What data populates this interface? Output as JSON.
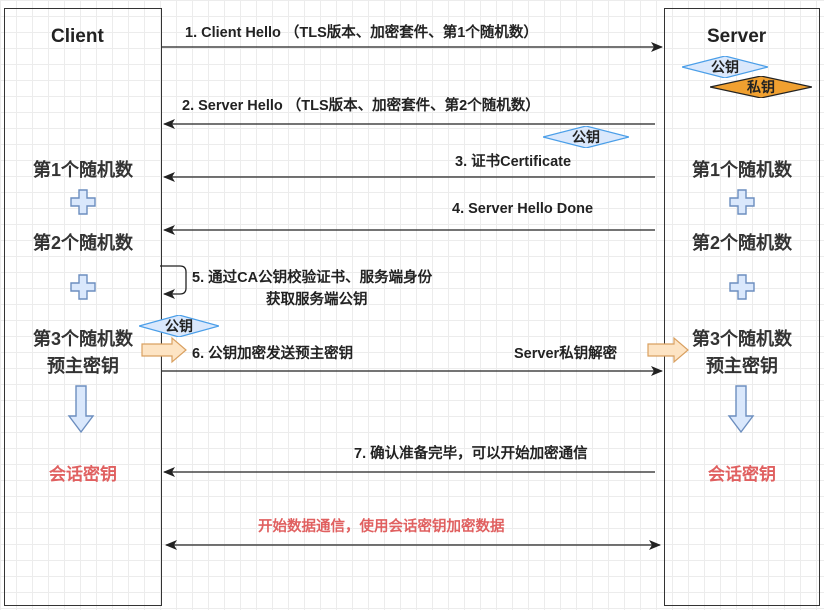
{
  "client": {
    "title": "Client",
    "random1": "第1个随机数",
    "random2": "第2个随机数",
    "random3": "第3个随机数",
    "premaster": "预主密钥",
    "session_key": "会话密钥"
  },
  "server": {
    "title": "Server",
    "public_key": "公钥",
    "private_key": "私钥",
    "random1": "第1个随机数",
    "random2": "第2个随机数",
    "random3": "第3个随机数",
    "premaster": "预主密钥",
    "session_key": "会话密钥"
  },
  "messages": {
    "m1": "1. Client Hello （TLS版本、加密套件、第1个随机数）",
    "m2": "2. Server Hello （TLS版本、加密套件、第2个随机数）",
    "m3": "3. 证书Certificate",
    "m3_badge": "公钥",
    "m4": "4. Server Hello Done",
    "m5_line1": "5. 通过CA公钥校验证书、服务端身份",
    "m5_line2": "获取服务端公钥",
    "m6": "6. 公钥加密发送预主密钥",
    "m6_badge": "公钥",
    "server_decrypt": "Server私钥解密",
    "m7": "7. 确认准备完毕，可以开始加密通信",
    "m8": "开始数据通信，使用会话密钥加密数据"
  },
  "colors": {
    "badge_blue_fill": "#dae8fc",
    "badge_blue_stroke": "#4a9ee8",
    "badge_orange_fill": "#f0a030",
    "block_arrow_fill": "#fde4c4",
    "block_arrow_stroke": "#d9a060",
    "down_arrow_fill": "#dae8fc",
    "down_arrow_stroke": "#6c8ebf",
    "plus_fill": "#dae8fc",
    "plus_stroke": "#6c8ebf",
    "highlight_red": "#e06060"
  }
}
